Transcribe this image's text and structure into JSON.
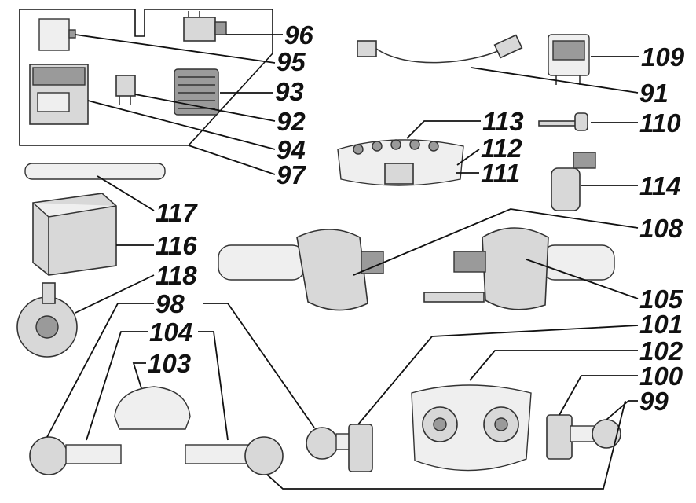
{
  "callouts": {
    "c96": "96",
    "c95": "95",
    "c93": "93",
    "c92": "92",
    "c94": "94",
    "c97": "97",
    "c109": "109",
    "c91": "91",
    "c113": "113",
    "c110": "110",
    "c112": "112",
    "c111": "111",
    "c114": "114",
    "c117": "117",
    "c116": "116",
    "c108": "108",
    "c118": "118",
    "c98": "98",
    "c105": "105",
    "c104": "104",
    "c101": "101",
    "c103": "103",
    "c102": "102",
    "c100": "100",
    "c99": "99"
  },
  "colors": {
    "ink": "#111111",
    "part_fill": "#d8d8d8",
    "background": "#ffffff"
  }
}
